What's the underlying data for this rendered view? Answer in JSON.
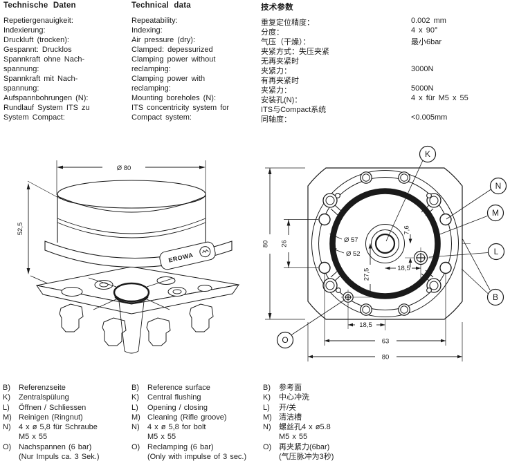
{
  "header": {
    "de": "Technische Daten",
    "en": "Technical data",
    "zh": "技术参数"
  },
  "specs": {
    "rows": [
      {
        "de": "Repetiergenauigkeit:",
        "en": "Repeatability:",
        "zh": "重复定位精度：",
        "value": "0.002 mm"
      },
      {
        "de": "Indexierung:",
        "en": "Indexing:",
        "zh": "分度：",
        "value": "4 x 90°"
      },
      {
        "de": "Druckluft (trocken):",
        "en": "Air pressure (dry):",
        "zh": "气压（干燥）：",
        "value": "最小6bar"
      },
      {
        "de": "Gespannt: Drucklos",
        "en": "Clamped: depessurized",
        "zh": "夹紧方式：失压夹紧",
        "value": ""
      },
      {
        "de": "Spannkraft ohne Nach-",
        "en": "Clamping power without",
        "zh": "无再夹紧时",
        "value": ""
      },
      {
        "de": "spannung:",
        "en": "reclamping:",
        "zh": "夹紧力：",
        "value": "3000N"
      },
      {
        "de": "Spannkraft mit Nach-",
        "en": "Clamping power with",
        "zh": "有再夹紧时",
        "value": ""
      },
      {
        "de": "spannung:",
        "en": "reclamping:",
        "zh": "夹紧力：",
        "value": "5000N"
      },
      {
        "de": "Aufspannbohrungen (N):",
        "en": "Mounting boreholes (N):",
        "zh": "安装孔(N)：",
        "value": "4 x für M5 x 55"
      },
      {
        "de": "Rundlauf System ITS zu",
        "en": "ITS concentricity system for",
        "zh": "ITS与Compact系统",
        "value": ""
      },
      {
        "de": "System Compact:",
        "en": "Compact system:",
        "zh": "同轴度：",
        "value": "<0.005mm"
      }
    ]
  },
  "drawing_left": {
    "dim_diameter": "Ø 80",
    "dim_height": "52,5",
    "logo": "EROWA"
  },
  "drawing_right": {
    "dims": {
      "height_outer": "80",
      "hole_spacing_v": "26",
      "ring_outer": "Ø 57",
      "ring_inner": "Ø 52",
      "offset_k": "7,6",
      "offset_l": "18,5",
      "offset_o_v": "27,5",
      "offset_o_h": "18,5",
      "hole_spacing_h": "63",
      "width_outer": "80"
    },
    "callouts": {
      "k": "K",
      "n": "N",
      "m": "M",
      "l": "L",
      "b": "B",
      "o": "O"
    }
  },
  "legend": {
    "de": [
      {
        "letter": "B)",
        "text": "Referenzseite"
      },
      {
        "letter": "K)",
        "text": "Zentralspülung"
      },
      {
        "letter": "L)",
        "text": "Öffnen / Schliessen"
      },
      {
        "letter": "M)",
        "text": "Reinigen (Ringnut)"
      },
      {
        "letter": "N)",
        "text": "4 x ø 5,8 für Schraube\nM5 x 55"
      },
      {
        "letter": "O)",
        "text": "Nachspannen (6 bar)\n(Nur Impuls ca. 3 Sek.)"
      }
    ],
    "en": [
      {
        "letter": "B)",
        "text": "Reference surface"
      },
      {
        "letter": "K)",
        "text": "Central flushing"
      },
      {
        "letter": "L)",
        "text": "Opening / closing"
      },
      {
        "letter": "M)",
        "text": "Cleaning (Rifle groove)"
      },
      {
        "letter": "N)",
        "text": "4 x ø 5,8 for bolt\nM5 x 55"
      },
      {
        "letter": "O)",
        "text": "Reclamping (6 bar)\n(Only with impulse of 3 sec.)"
      }
    ],
    "zh": [
      {
        "letter": "B)",
        "text": "参考面"
      },
      {
        "letter": "K)",
        "text": "中心冲洗"
      },
      {
        "letter": "L)",
        "text": "开/关"
      },
      {
        "letter": "M)",
        "text": "清洁槽"
      },
      {
        "letter": "N)",
        "text": "螺丝孔4 x ø5.8\nM5 x 55"
      },
      {
        "letter": "O)",
        "text": "再夹紧力(6bar)\n(气压脉冲为3秒)"
      }
    ]
  },
  "colors": {
    "ring_gray": "#b4b4b4",
    "line": "#1a1a1a"
  }
}
